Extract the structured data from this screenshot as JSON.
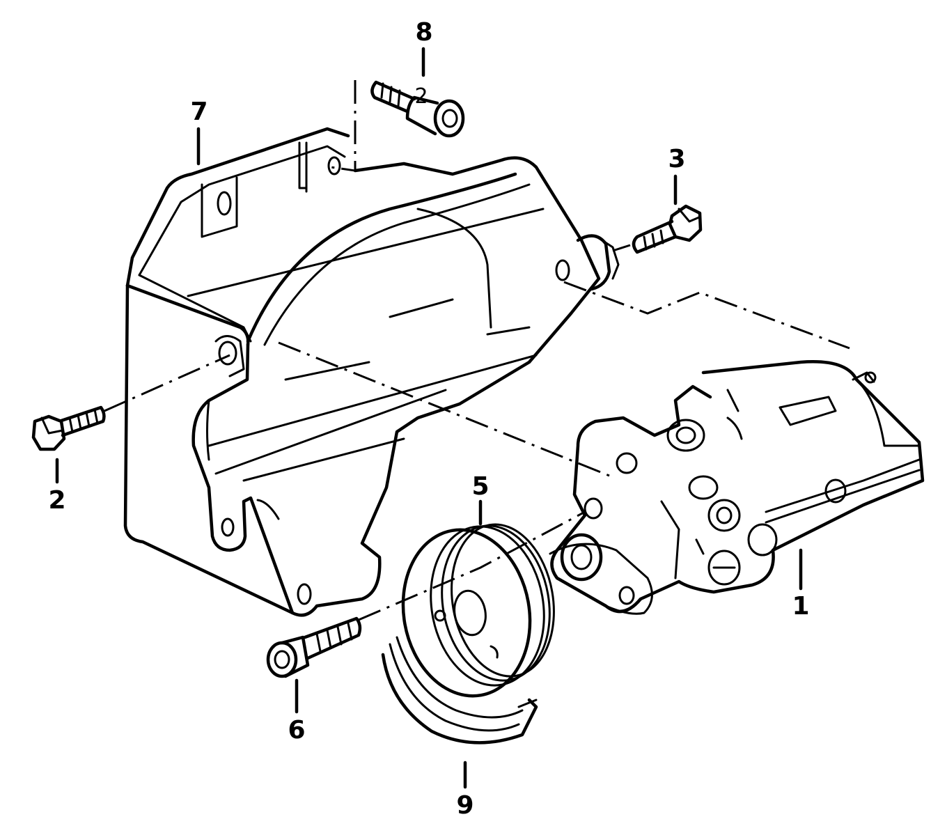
{
  "diagram": {
    "callouts": [
      {
        "id": "c1",
        "label": "1"
      },
      {
        "id": "c2",
        "label": "2"
      },
      {
        "id": "c3",
        "label": "3"
      },
      {
        "id": "c5",
        "label": "5"
      },
      {
        "id": "c6",
        "label": "6"
      },
      {
        "id": "c7",
        "label": "7"
      },
      {
        "id": "c8",
        "label": "8"
      },
      {
        "id": "c9",
        "label": "9"
      }
    ],
    "inline_marks": {
      "bolt8_stamp": "2"
    }
  }
}
